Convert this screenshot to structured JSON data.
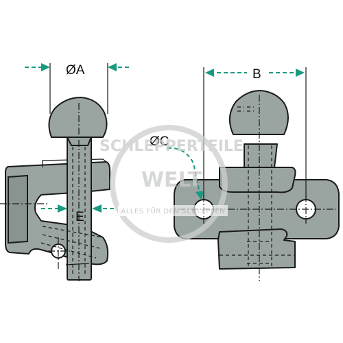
{
  "labels": {
    "dim_a": "ØA",
    "dim_b": "B",
    "dim_c": "ØC",
    "dim_e": "E"
  },
  "watermark": {
    "line1": "SCHLEPPERTEILE",
    "line2": "WELT",
    "banner": "ALLES FÜR DEN SCHLEPPER"
  },
  "colors": {
    "part_fill": "#9aa4a0",
    "dimension_green": "#1a9a80",
    "outline": "#1a1a1a",
    "watermark": "#c8cbc9"
  }
}
